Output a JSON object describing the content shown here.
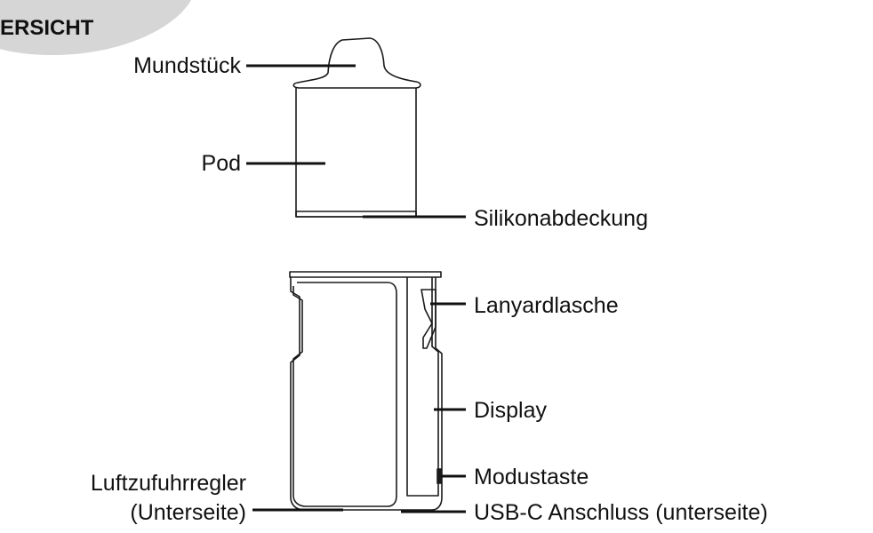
{
  "header": {
    "section_title": "ERSICHT"
  },
  "labels": {
    "mouthpiece": "Mundstück",
    "pod": "Pod",
    "silicone_cover": "Silikonabdeckung",
    "lanyard_tab": "Lanyardlasche",
    "display": "Display",
    "mode_button": "Modustaste",
    "airflow_regulator_line1": "Luftzufuhrregler",
    "airflow_regulator_line2": "(Unterseite)",
    "usb_c_port": "USB-C Anschluss (unterseite)"
  },
  "colors": {
    "header_tab": "#d6d6d6",
    "outline": "#1a1a1a",
    "leader_line": "#111111"
  }
}
